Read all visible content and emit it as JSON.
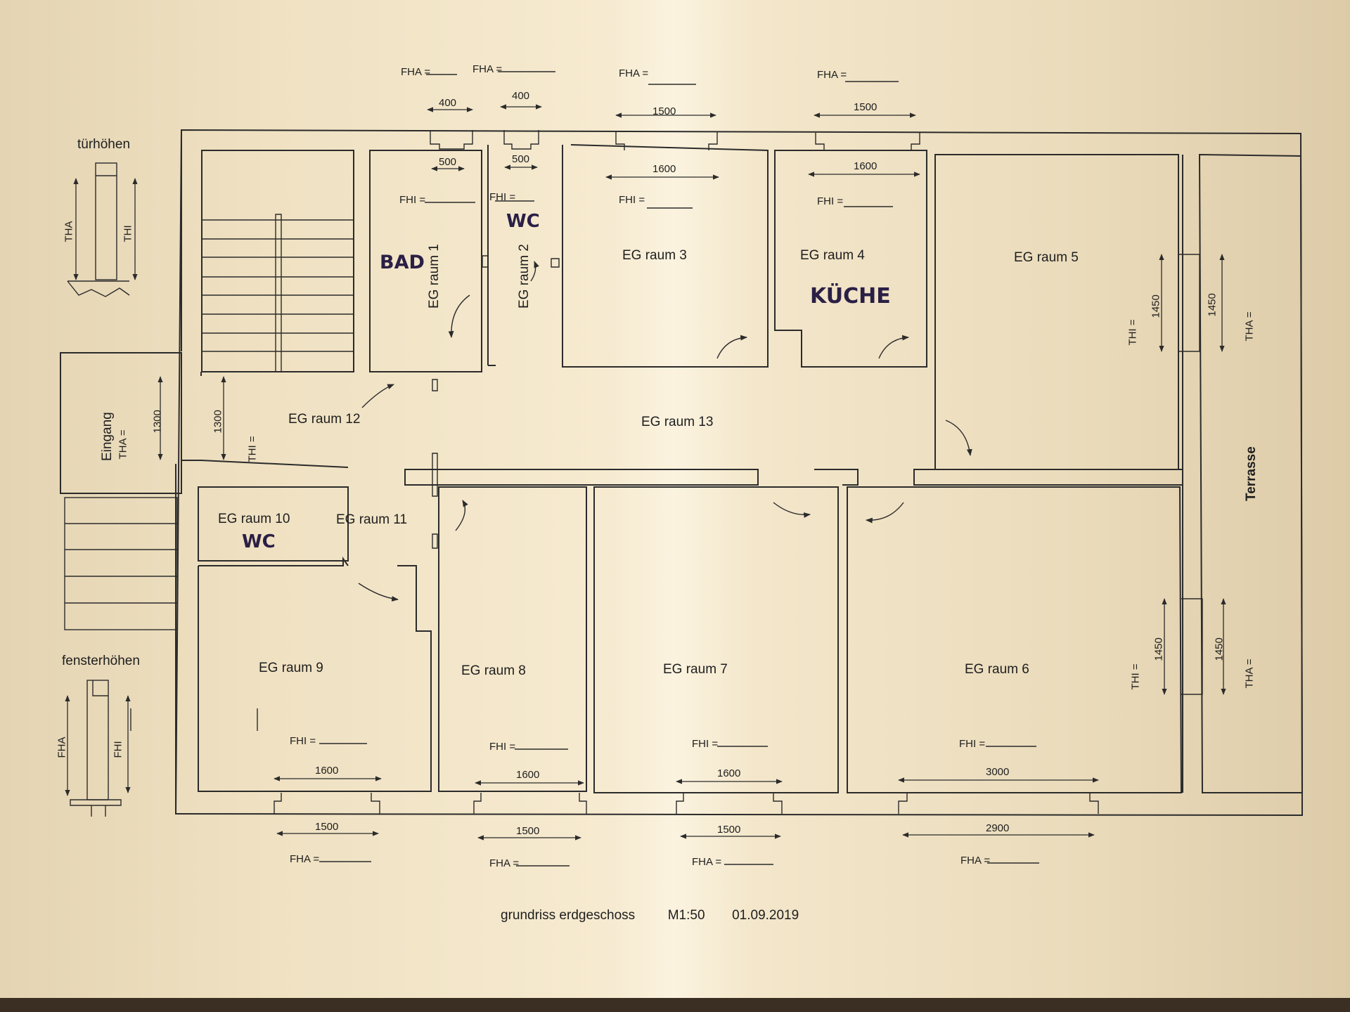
{
  "rooms": {
    "r1": "EG raum 1",
    "r2": "EG raum 2",
    "r3": "EG raum 3",
    "r4": "EG raum 4",
    "r5": "EG raum 5",
    "r6": "EG raum 6",
    "r7": "EG raum 7",
    "r8": "EG raum 8",
    "r9": "EG raum 9",
    "r10": "EG raum 10",
    "r11": "EG raum 11",
    "r12": "EG raum 12",
    "r13": "EG raum 13",
    "entrance": "Eingang",
    "terrace": "Terrasse"
  },
  "handwritten": {
    "bad": "BAD",
    "wc_top": "WC",
    "kueche": "KÜCHE",
    "wc_bottom": "WC"
  },
  "legend": {
    "door_heights": "türhöhen",
    "window_heights": "fensterhöhen",
    "tha": "THA",
    "thi": "THI",
    "fha": "FHA",
    "fhi": "FHI"
  },
  "fields": {
    "fha": "FHA =",
    "fhi": "FHI =",
    "tha": "THA =",
    "thi": "THI ="
  },
  "dimensions": {
    "d400": "400",
    "d500": "500",
    "d1500": "1500",
    "d1600": "1600",
    "d1300": "1300",
    "d1450": "1450",
    "d3000": "3000",
    "d2900": "2900"
  },
  "footer": {
    "title": "grundriss erdgeschoss",
    "scale": "M1:50",
    "date": "01.09.2019"
  }
}
